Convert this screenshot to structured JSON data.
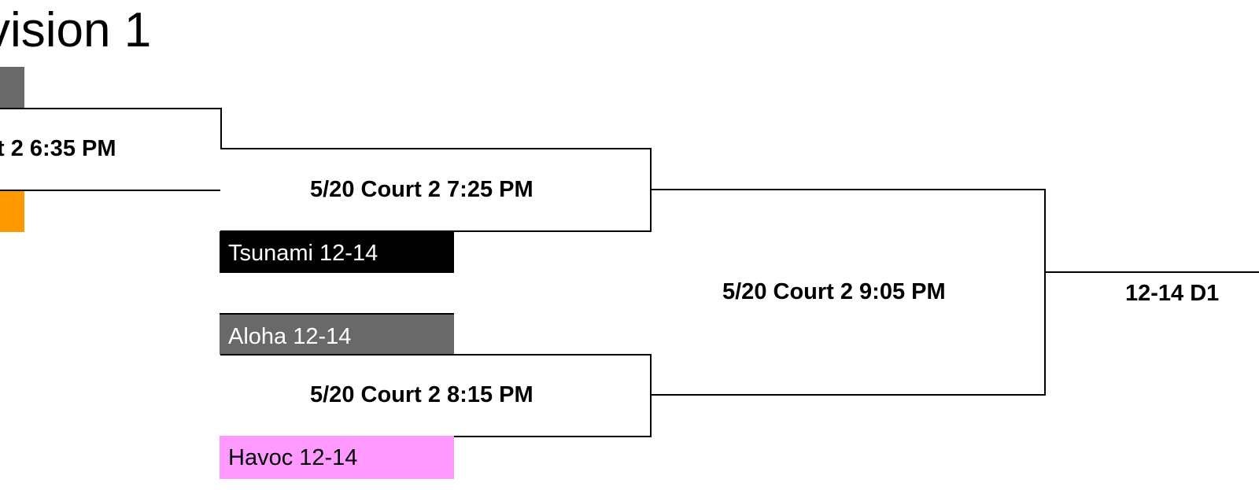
{
  "division_title": "vision 1",
  "games": {
    "round1_top_time": "t 2 6:35 PM",
    "semi_top_time": "5/20 Court 2 7:25 PM",
    "semi_bottom_time": "5/20 Court 2 8:15 PM",
    "final_time": "5/20 Court 2 9:05 PM",
    "champion_label": "12-14 D1"
  },
  "teams": {
    "tsunami": "Tsunami 12-14",
    "aloha": "Aloha 12-14",
    "havoc": "Havoc 12-14"
  },
  "colors": {
    "top_seed_bar": "#696969",
    "orange_bar": "#FF9900",
    "tsunami": "#000000",
    "aloha": "#696969",
    "havoc": "#FF99FF"
  }
}
